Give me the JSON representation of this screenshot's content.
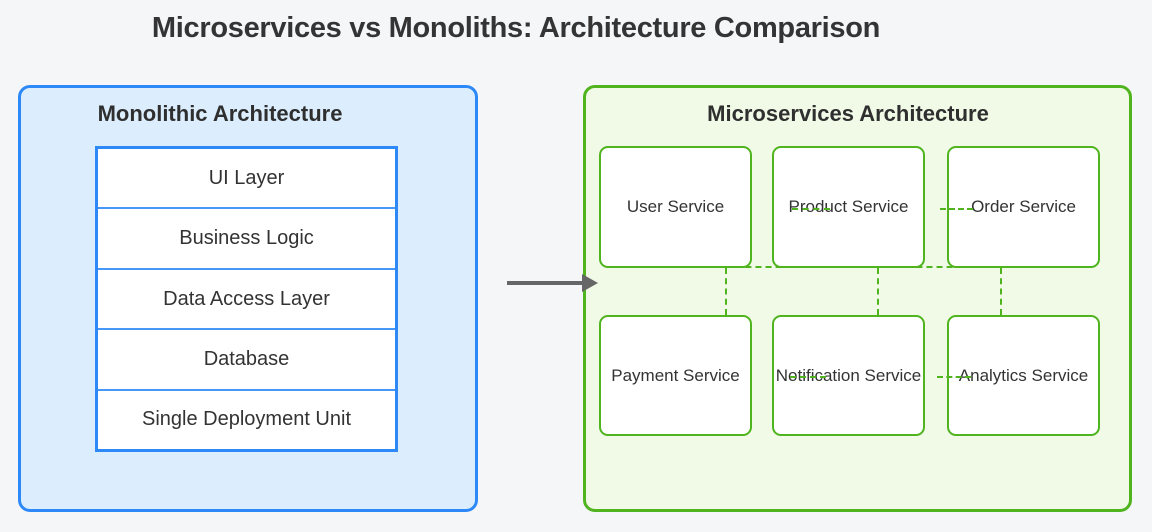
{
  "title": "Microservices vs Monoliths: Architecture Comparison",
  "monolith": {
    "heading": "Monolithic Architecture",
    "layers": [
      "UI Layer",
      "Business Logic",
      "Data Access Layer",
      "Database",
      "Single Deployment Unit"
    ]
  },
  "microservices": {
    "heading": "Microservices Architecture",
    "services_row1": [
      "User Service",
      "Product Service",
      "Order Service"
    ],
    "services_row2": [
      "Payment Service",
      "Notification Service",
      "Analytics Service"
    ]
  },
  "colors": {
    "page_bg": "#f5f6f8",
    "text": "#333333",
    "monolith_border": "#2e89f8",
    "monolith_fill": "#dceefe",
    "layer_separator": "#4697f6",
    "microservices_border": "#50b41e",
    "microservices_fill": "#f0fae6",
    "connector_dashed": "#50b41e",
    "node_fill": "#ffffff",
    "arrow": "#666666"
  }
}
